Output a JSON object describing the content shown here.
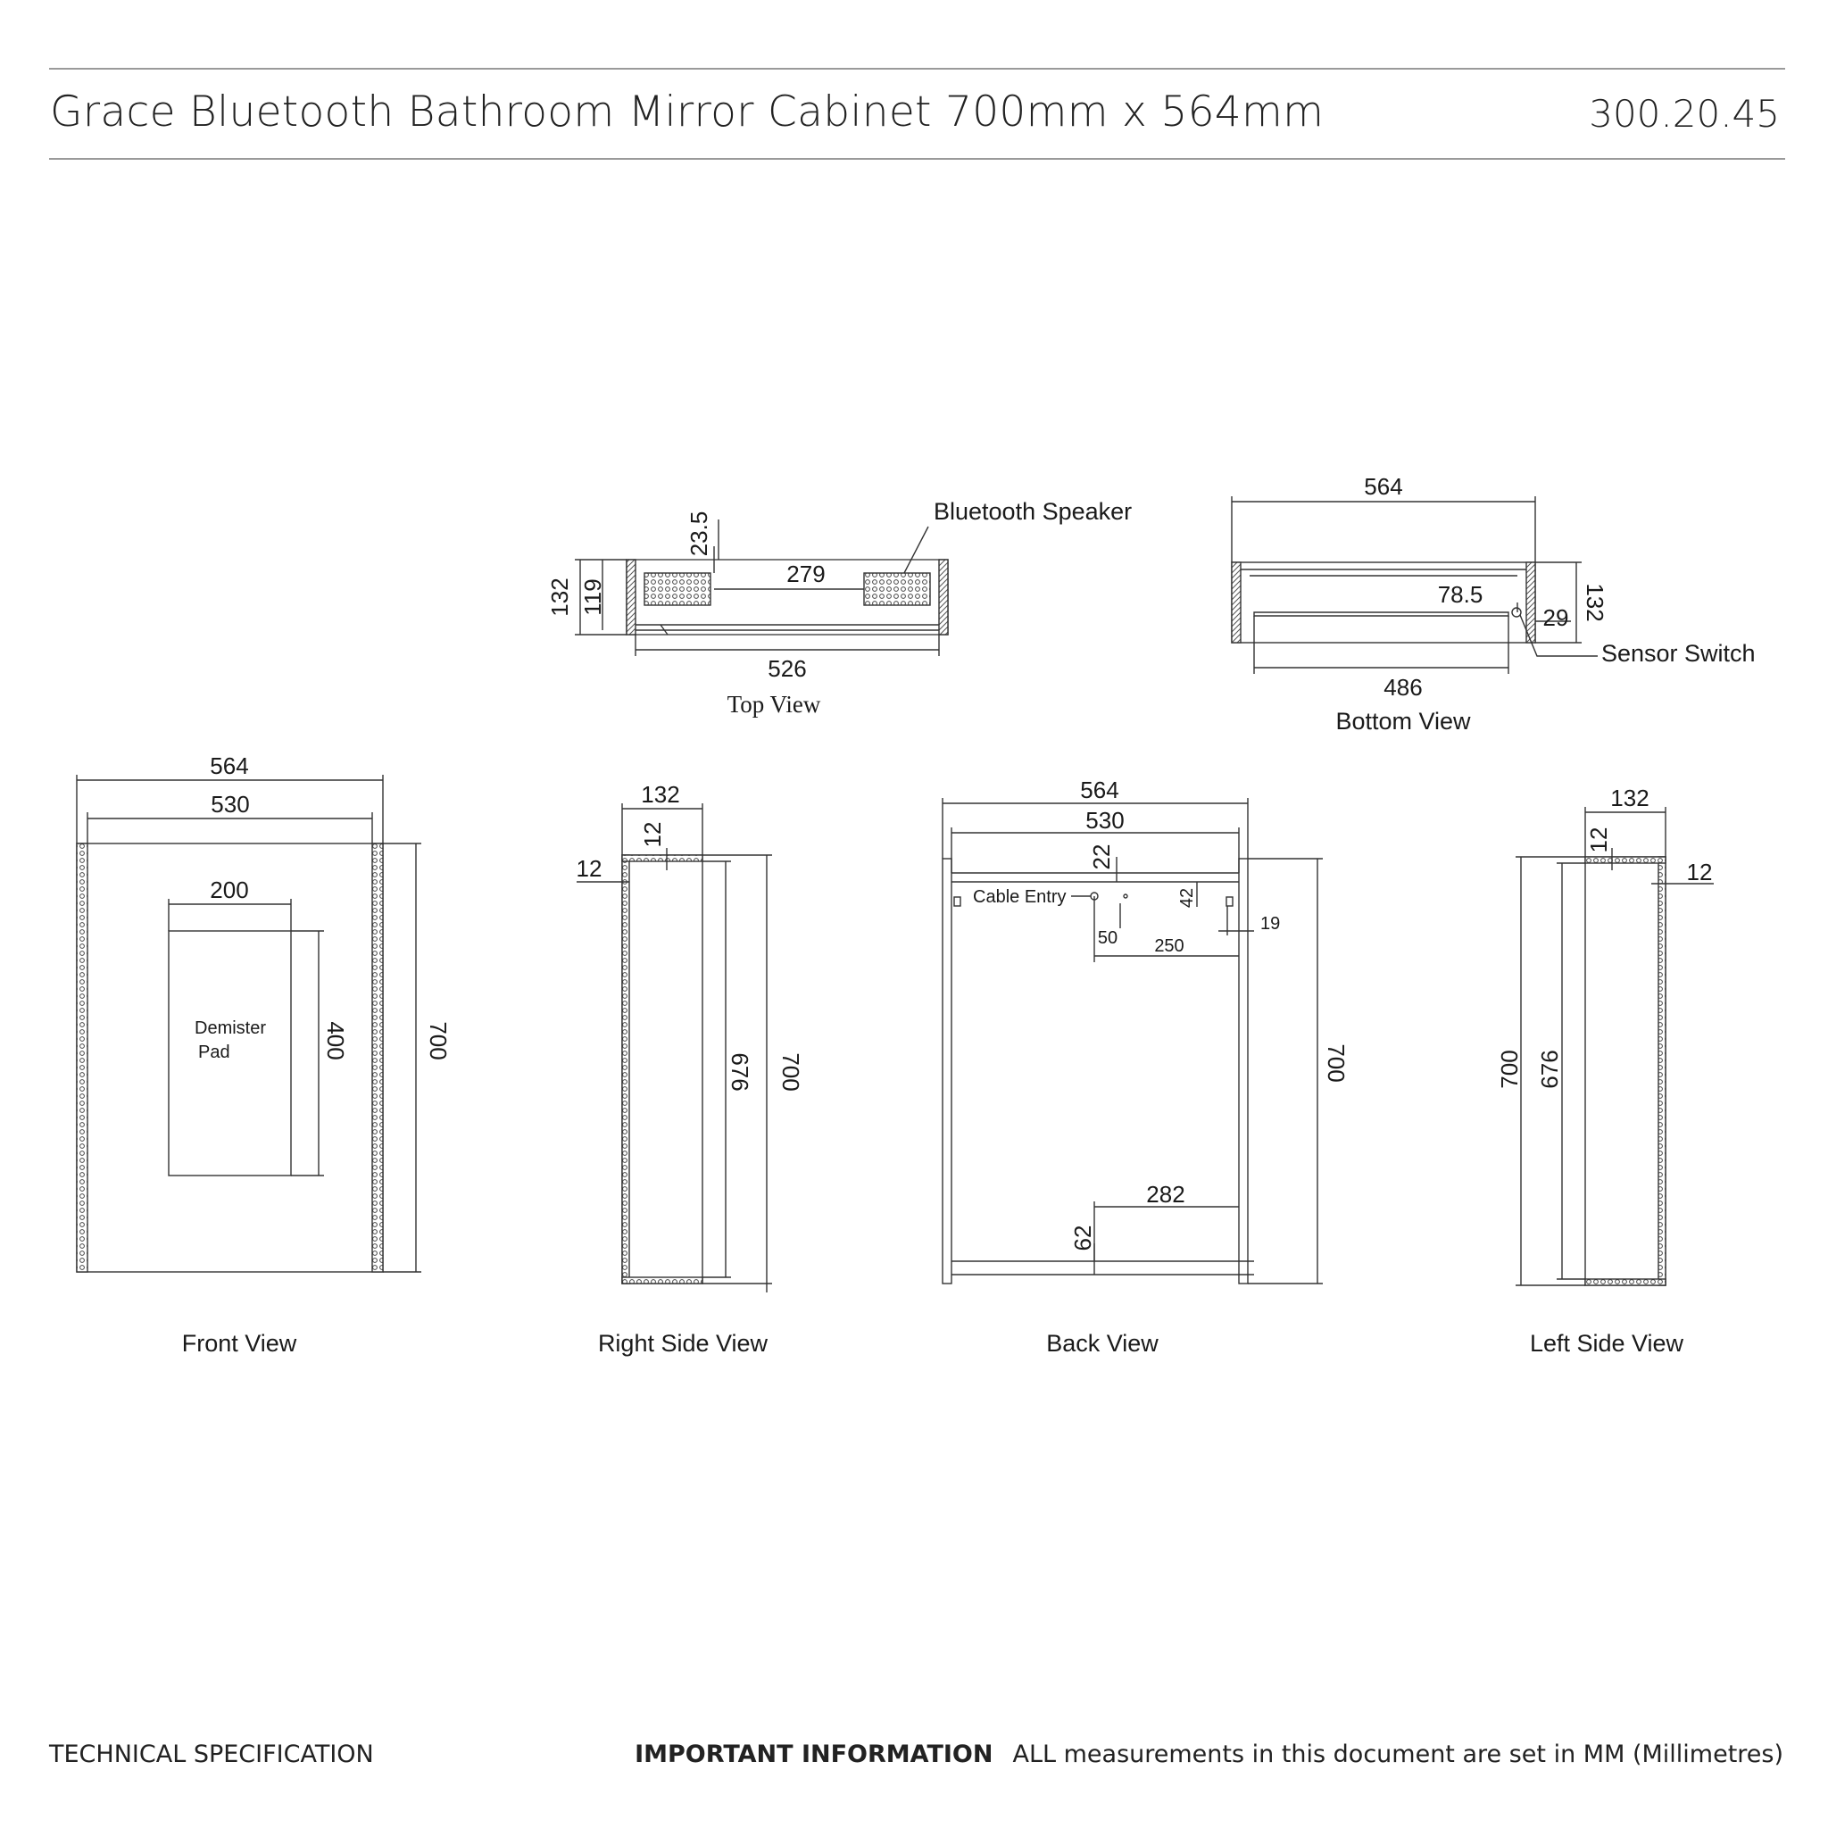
{
  "header": {
    "title": "Grace Bluetooth Bathroom Mirror Cabinet 700mm x 564mm",
    "product_code": "300.20.45"
  },
  "views": {
    "top": {
      "label": "Top View",
      "callout": "Bluetooth Speaker",
      "dims": {
        "depth": "132",
        "inner_depth": "119",
        "offset": "23.5",
        "speaker_gap": "279",
        "inner_width": "526"
      }
    },
    "bottom": {
      "label": "Bottom View",
      "callout": "Sensor Switch",
      "dims": {
        "width": "564",
        "depth": "132",
        "sensor_offset": "78.5",
        "sensor_depth": "29",
        "inner_width": "486"
      }
    },
    "front": {
      "label": "Front View",
      "pad_label_1": "Demister",
      "pad_label_2": "Pad",
      "dims": {
        "width": "564",
        "mirror_width": "530",
        "pad_width": "200",
        "pad_height": "400",
        "height": "700"
      }
    },
    "right_side": {
      "label": "Right Side View",
      "dims": {
        "depth": "132",
        "top_thickness": "12",
        "side_thickness": "12",
        "inner_height": "676",
        "height": "700"
      }
    },
    "back": {
      "label": "Back View",
      "cable_label": "Cable Entry",
      "dims": {
        "width": "564",
        "inner_width": "530",
        "top_offset": "22",
        "bracket_drop": "42",
        "cable_x": "50",
        "cable_span": "250",
        "side_offset": "19",
        "bottom_span": "282",
        "bottom_offset": "62",
        "height": "700"
      }
    },
    "left_side": {
      "label": "Left Side View",
      "dims": {
        "depth": "132",
        "top_thickness": "12",
        "side_thickness": "12",
        "height": "700",
        "inner_height": "676"
      }
    }
  },
  "footer": {
    "left": "TECHNICAL SPECIFICATION",
    "important_label": "IMPORTANT INFORMATION",
    "important_text": "ALL measurements in this document are set in MM (Millimetres)"
  }
}
